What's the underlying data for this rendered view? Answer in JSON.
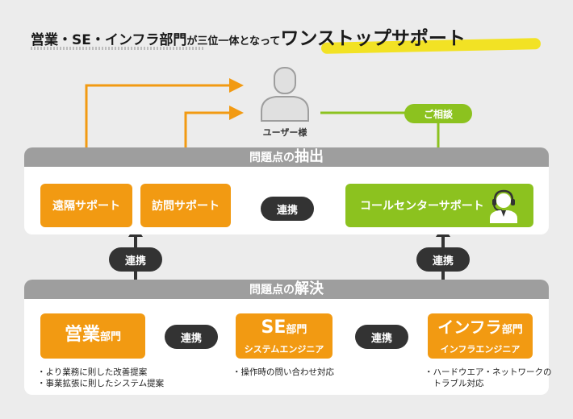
{
  "title": {
    "part1": "営業・SE・インフラ部門",
    "part2": "が三位一体となって",
    "part3": "ワンストップサポート"
  },
  "user": {
    "label": "ユーザー様"
  },
  "consult": {
    "label": "ご相談"
  },
  "extraction": {
    "heading_small": "問題点の",
    "heading_big": "抽出",
    "remote_support": "遠隔サポート",
    "visit_support": "訪問サポート",
    "call_center_support": "コールセンターサポート"
  },
  "resolution": {
    "heading_small": "問題点の",
    "heading_big": "解決",
    "sales": {
      "main": "営業",
      "suffix": "部門"
    },
    "se": {
      "main": "SE",
      "suffix": "部門",
      "sub": "システムエンジニア"
    },
    "infra": {
      "main": "インフラ",
      "suffix": "部門",
      "sub": "インフラエンジニア"
    }
  },
  "link_label": "連携",
  "notes": {
    "sales": [
      "・より業務に則した改善提案",
      "・事業拡張に則したシステム提案"
    ],
    "se": [
      "・操作時の問い合わせ対応"
    ],
    "infra": [
      "・ハードウエア・ネットワークの",
      "　トラブル対応"
    ]
  },
  "colors": {
    "orange": "#f29a12",
    "green": "#8cc21f",
    "dark": "#333333",
    "gray": "#9e9e9e",
    "highlight": "#f2e224"
  },
  "icons": [
    "user-silhouette-icon",
    "operator-headset-icon"
  ]
}
